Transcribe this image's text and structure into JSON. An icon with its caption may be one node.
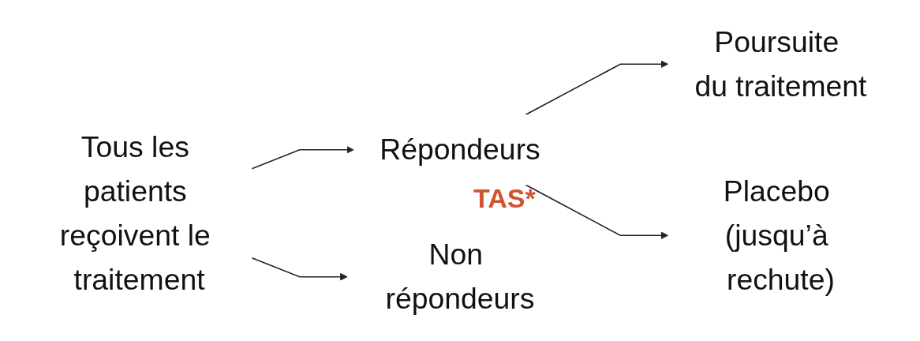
{
  "diagram": {
    "nodes": [
      {
        "text": [
          "Tous les patients reçoivent le traitement"
        ]
      },
      {
        "text": [
          "Répondeurs"
        ]
      },
      {
        "text": [
          "Non répondeurs"
        ]
      },
      {
        "text": [
          "Poursuite du traitement"
        ]
      },
      {
        "text": [
          "Placebo (jusqu’à rechute)"
        ]
      }
    ],
    "edges": [
      {
        "from": 0,
        "to": 1,
        "arrow": "to"
      },
      {
        "from": 0,
        "to": 2,
        "arrow": "to"
      },
      {
        "from": 1,
        "to": 3,
        "arrow": "to"
      },
      {
        "from": 1,
        "to": 4,
        "arrow": "to"
      }
    ],
    "labels": [
      "TAS*"
    ]
  }
}
